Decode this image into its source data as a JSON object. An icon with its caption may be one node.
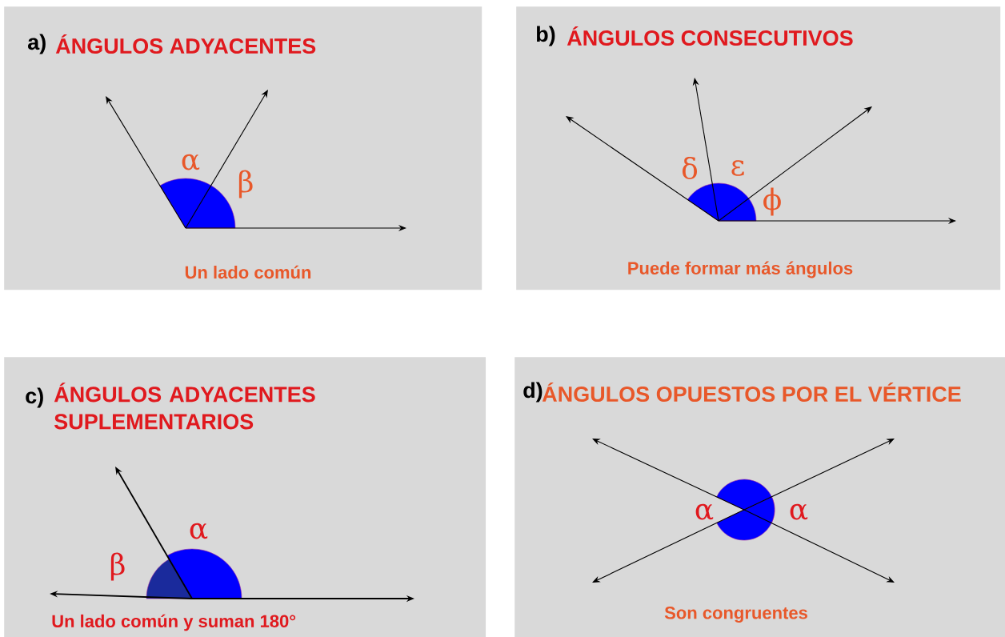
{
  "diagram": {
    "nodes": [
      {
        "text": [
          "a)",
          "ÁNGULOS ADYACENTES",
          "α",
          "β",
          "Un lado común"
        ]
      },
      {
        "text": [
          "b)",
          "ÁNGULOS CONSECUTIVOS",
          "δ",
          "ε",
          "ϕ",
          "Puede formar más ángulos"
        ]
      },
      {
        "text": [
          "c)",
          "ÁNGULOS ADYACENTES SUPLEMENTARIOS",
          "α",
          "β",
          "Un lado común y  suman 180°"
        ]
      },
      {
        "text": [
          "d)",
          "ÁNGULOS OPUESTOS POR EL VÉRTICE",
          "α",
          "α",
          "Son congruentes"
        ]
      }
    ]
  }
}
